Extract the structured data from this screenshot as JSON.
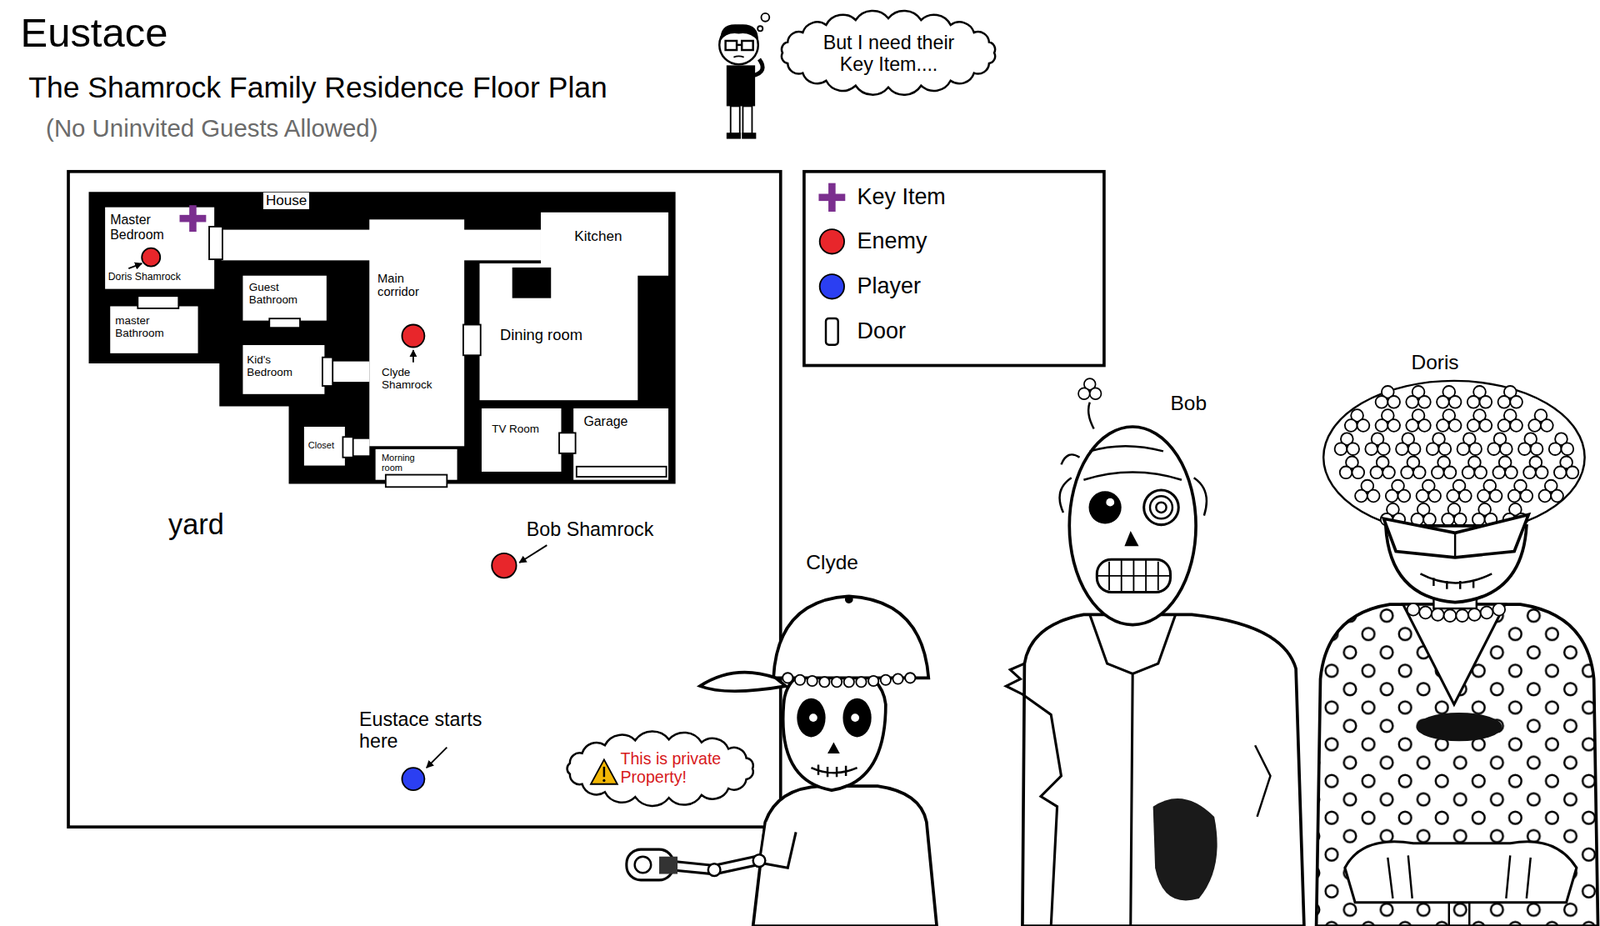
{
  "diagram": {
    "title": "Eustace",
    "nodes": [
      {
        "text": [
          "But I need their Key Item...."
        ]
      },
      {
        "text": [
          "yard"
        ]
      },
      {
        "text": [
          "House"
        ],
        "in": 1
      },
      {
        "text": [
          "Master Bedroom"
        ],
        "in": 2
      },
      {
        "text": [
          "Kitchen"
        ],
        "in": 2
      },
      {
        "text": [
          "Main corridor"
        ],
        "in": 2
      },
      {
        "text": [
          "Guest Bathroom"
        ],
        "in": 2
      },
      {
        "text": [
          "master Bathroom"
        ],
        "in": 2
      },
      {
        "text": [
          "Dining room"
        ],
        "in": 2
      },
      {
        "text": [
          "Kid's Bedroom"
        ],
        "in": 2
      },
      {
        "text": [
          "Closet"
        ],
        "in": 2
      },
      {
        "text": [
          "TV Room"
        ],
        "in": 2
      },
      {
        "text": [
          "Garage"
        ],
        "in": 2
      },
      {
        "text": [
          "Morning room"
        ],
        "in": 2
      },
      {
        "text": [
          "This is private Property!"
        ],
        "in": 1
      }
    ],
    "labels": [
      "The Shamrock Family Residence Floor Plan",
      "(No Uninvited Guests Allowed)",
      "Doris Shamrock",
      "Clyde Shamrock",
      "Bob Shamrock",
      "Eustace starts here",
      "Clyde",
      "Bob",
      "Doris"
    ],
    "legend": [
      {
        "text": "Key Item",
        "color": "#7b2f8f"
      },
      {
        "text": "Enemy",
        "color": "#e8262b"
      },
      {
        "text": "Player",
        "color": "#2b3ff2"
      },
      {
        "text": "Door"
      }
    ]
  }
}
